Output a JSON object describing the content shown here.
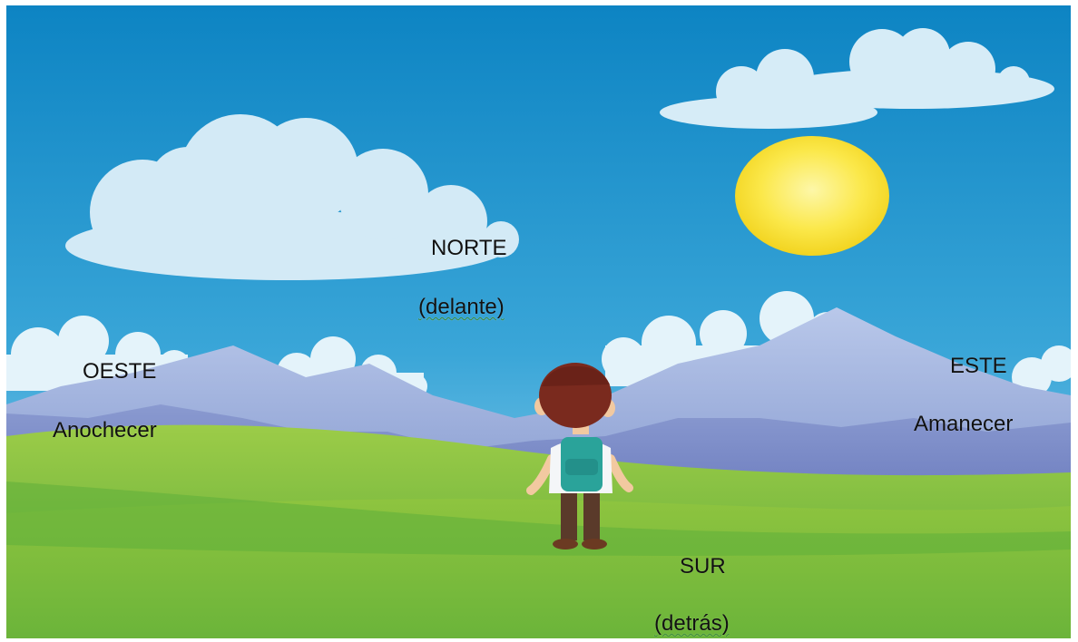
{
  "directions": {
    "north": {
      "name": "NORTE",
      "note": "(delante)"
    },
    "south": {
      "name": "SUR",
      "note": "(detrás)"
    },
    "west": {
      "name": "OESTE",
      "note": "Anochecer"
    },
    "east": {
      "name": "ESTE",
      "note": "Amanecer"
    }
  },
  "colors": {
    "sky_top": "#0f86c4",
    "sky_bottom": "#8fd0ee",
    "cloud": "#d9eef8",
    "sun": "#f8e13a",
    "mountain_far": "#a8b8de",
    "mountain_near": "#7d8cc6",
    "grass_light": "#8cc63e",
    "grass_dark": "#4ba23a"
  }
}
